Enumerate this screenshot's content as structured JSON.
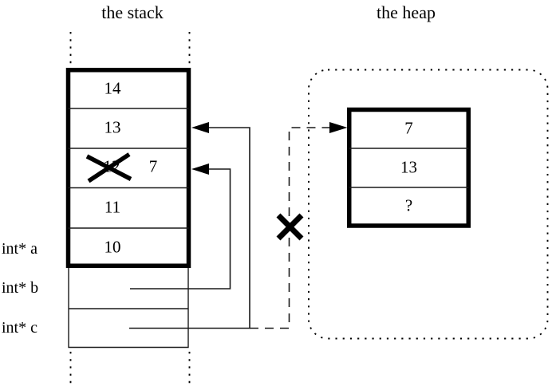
{
  "titles": {
    "stack": "the stack",
    "heap": "the heap"
  },
  "stack": {
    "cells": [
      {
        "value": "14",
        "crossed_out": false
      },
      {
        "value": "13",
        "crossed_out": false
      },
      {
        "value": "12",
        "crossed_out": true,
        "new_value": "7"
      },
      {
        "value": "11",
        "crossed_out": false
      },
      {
        "value": "10",
        "crossed_out": false
      }
    ],
    "pointer_vars": [
      {
        "label": "int* a"
      },
      {
        "label": "int* b"
      },
      {
        "label": "int* c"
      }
    ]
  },
  "heap": {
    "cells": [
      {
        "value": "7"
      },
      {
        "value": "13"
      },
      {
        "value": "?"
      }
    ]
  },
  "icons": {
    "overwrite_cross": "✕",
    "dangling_cross": "✕",
    "arrowhead": "◄"
  },
  "colors": {
    "ink": "#000000",
    "paper": "#ffffff"
  }
}
